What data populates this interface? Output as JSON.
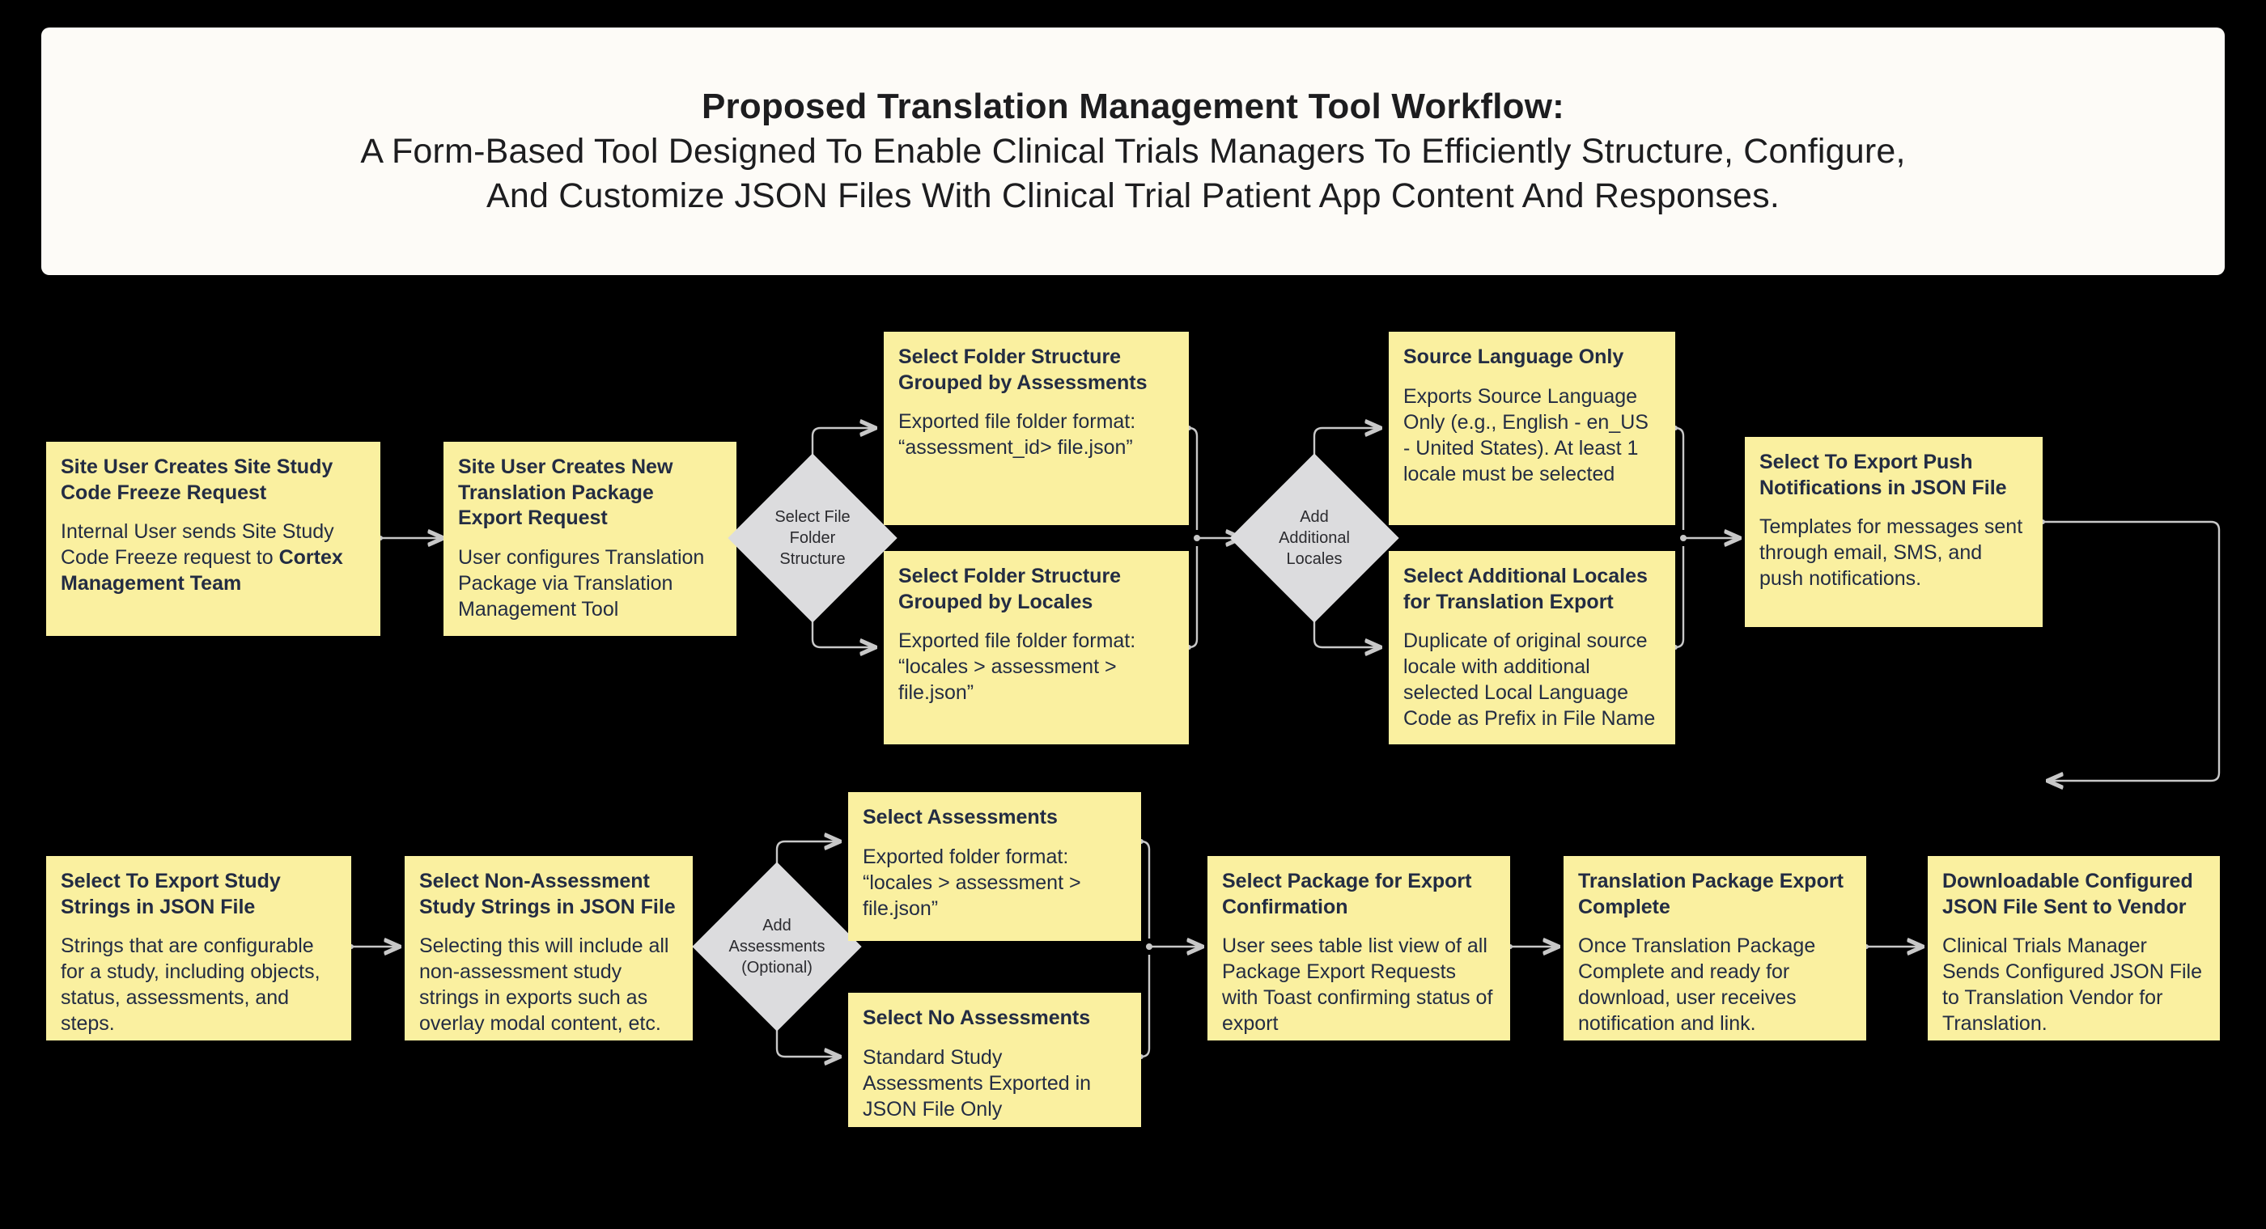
{
  "title": {
    "line1": "Proposed Translation Management Tool Workflow:",
    "line2": "A Form-Based Tool Designed To Enable Clinical Trials Managers To Efficiently Structure, Configure,",
    "line3": "And Customize JSON Files With Clinical Trial Patient App Content And Responses."
  },
  "colors": {
    "background": "#000000",
    "title_card": "#fdfbf7",
    "node_fill": "#faf0a0",
    "node_text": "#232c43",
    "diamond_fill": "#dcdcde",
    "connector": "#c8c8c8"
  },
  "nodes": {
    "site_code_freeze": {
      "title": "Site User Creates Site Study Code Freeze Request",
      "body_pre": "Internal User sends Site Study Code Freeze request to ",
      "body_bold": "Cortex Management Team",
      "body_post": ""
    },
    "new_translation_package": {
      "title": "Site User Creates New Translation Package Export Request",
      "body": "User configures Translation Package via Translation Management Tool"
    },
    "grouped_by_assessments": {
      "title": "Select Folder Structure Grouped by Assessments",
      "body": "Exported file folder format: “assessment_id> file.json”"
    },
    "grouped_by_locales": {
      "title": "Select Folder Structure Grouped by Locales",
      "body": "Exported file folder format: “locales > assessment > file.json”"
    },
    "source_language_only": {
      "title": "Source Language Only",
      "body": "Exports Source Language Only (e.g., English - en_US - United States). At least 1 locale must be selected"
    },
    "additional_locales": {
      "title": "Select Additional Locales for Translation Export",
      "body": "Duplicate of original source locale with additional selected Local Language Code as Prefix in File Name"
    },
    "push_notifications": {
      "title": "Select To Export Push Notifications in JSON File",
      "body": "Templates for messages sent through email, SMS, and push notifications."
    },
    "export_study_strings": {
      "title": "Select To Export Study Strings in JSON File",
      "body": "Strings that are configurable for a study, including objects, status, assessments, and steps."
    },
    "non_assessment_strings": {
      "title": "Select Non-Assessment Study Strings in JSON File",
      "body": "Selecting this will include all non-assessment study strings in exports such as overlay modal content, etc."
    },
    "select_assessments": {
      "title": "Select Assessments",
      "body": "Exported folder format: “locales > assessment > file.json”"
    },
    "select_no_assessments": {
      "title": "Select No Assessments",
      "body": "Standard Study Assessments Exported in JSON File Only"
    },
    "package_export_confirmation": {
      "title": "Select Package for Export Confirmation",
      "body": "User sees table list view of all Package Export Requests with Toast confirming status of export"
    },
    "export_complete": {
      "title": "Translation Package Export Complete",
      "body": "Once Translation Package Complete and ready for download, user receives notification and link."
    },
    "sent_to_vendor": {
      "title": "Downloadable Configured JSON File Sent to Vendor",
      "body": "Clinical Trials Manager Sends Configured JSON File to Translation Vendor for Translation."
    }
  },
  "decisions": {
    "file_folder_structure": {
      "label": "Select File\nFolder\nStructure"
    },
    "additional_locales": {
      "label": "Add\nAdditional\nLocales"
    },
    "add_assessments": {
      "label": "Add\nAssessments\n(Optional)"
    }
  }
}
